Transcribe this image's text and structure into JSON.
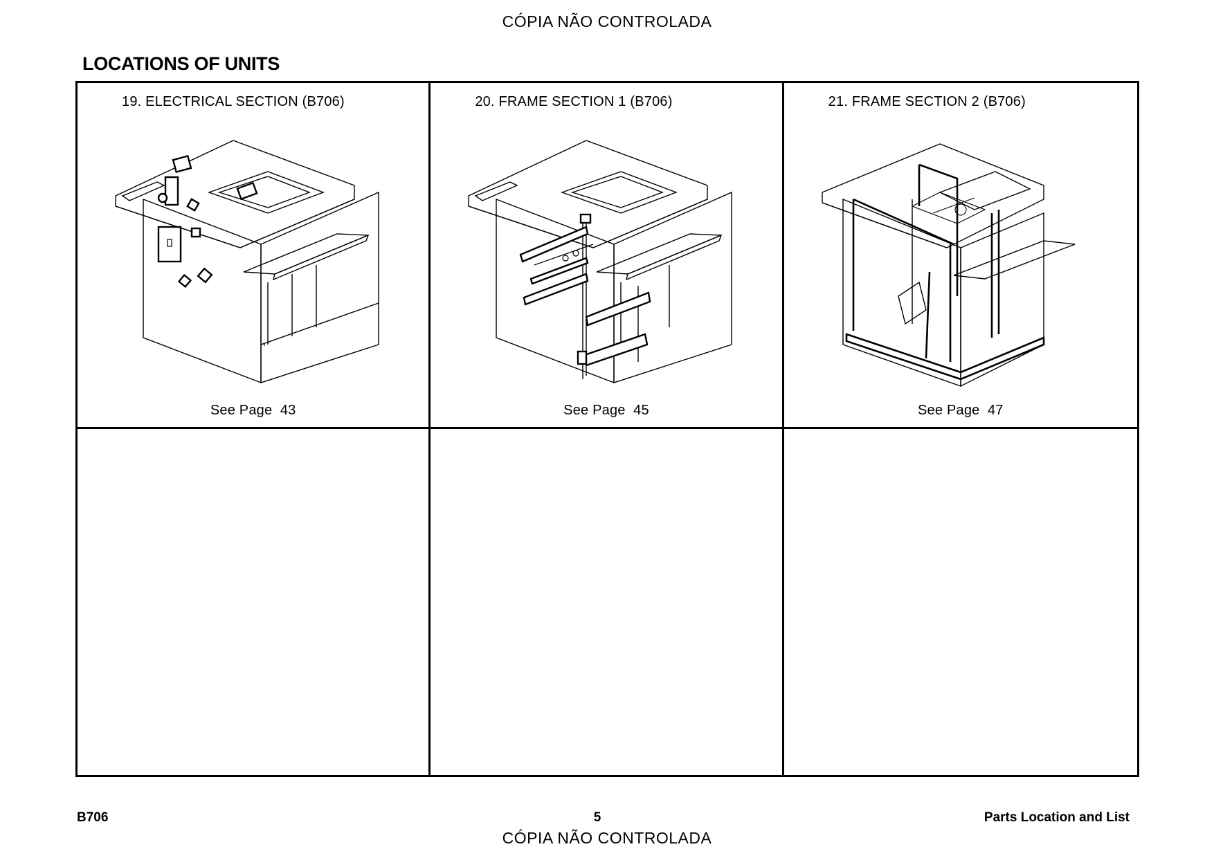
{
  "watermark": "CÓPIA NÃO CONTROLADA",
  "heading": "LOCATIONS OF UNITS",
  "sections": [
    {
      "title": "19. ELECTRICAL SECTION (B706)",
      "ref_label": "See Page",
      "ref_page": "43",
      "illustration": "electrical-section-drawing"
    },
    {
      "title": "20. FRAME SECTION 1 (B706)",
      "ref_label": "See Page",
      "ref_page": "45",
      "illustration": "frame-section-1-drawing"
    },
    {
      "title": "21. FRAME SECTION 2 (B706)",
      "ref_label": "See Page",
      "ref_page": "47",
      "illustration": "frame-section-2-drawing"
    }
  ],
  "footer": {
    "model": "B706",
    "page_number": "5",
    "section": "Parts Location and List"
  }
}
